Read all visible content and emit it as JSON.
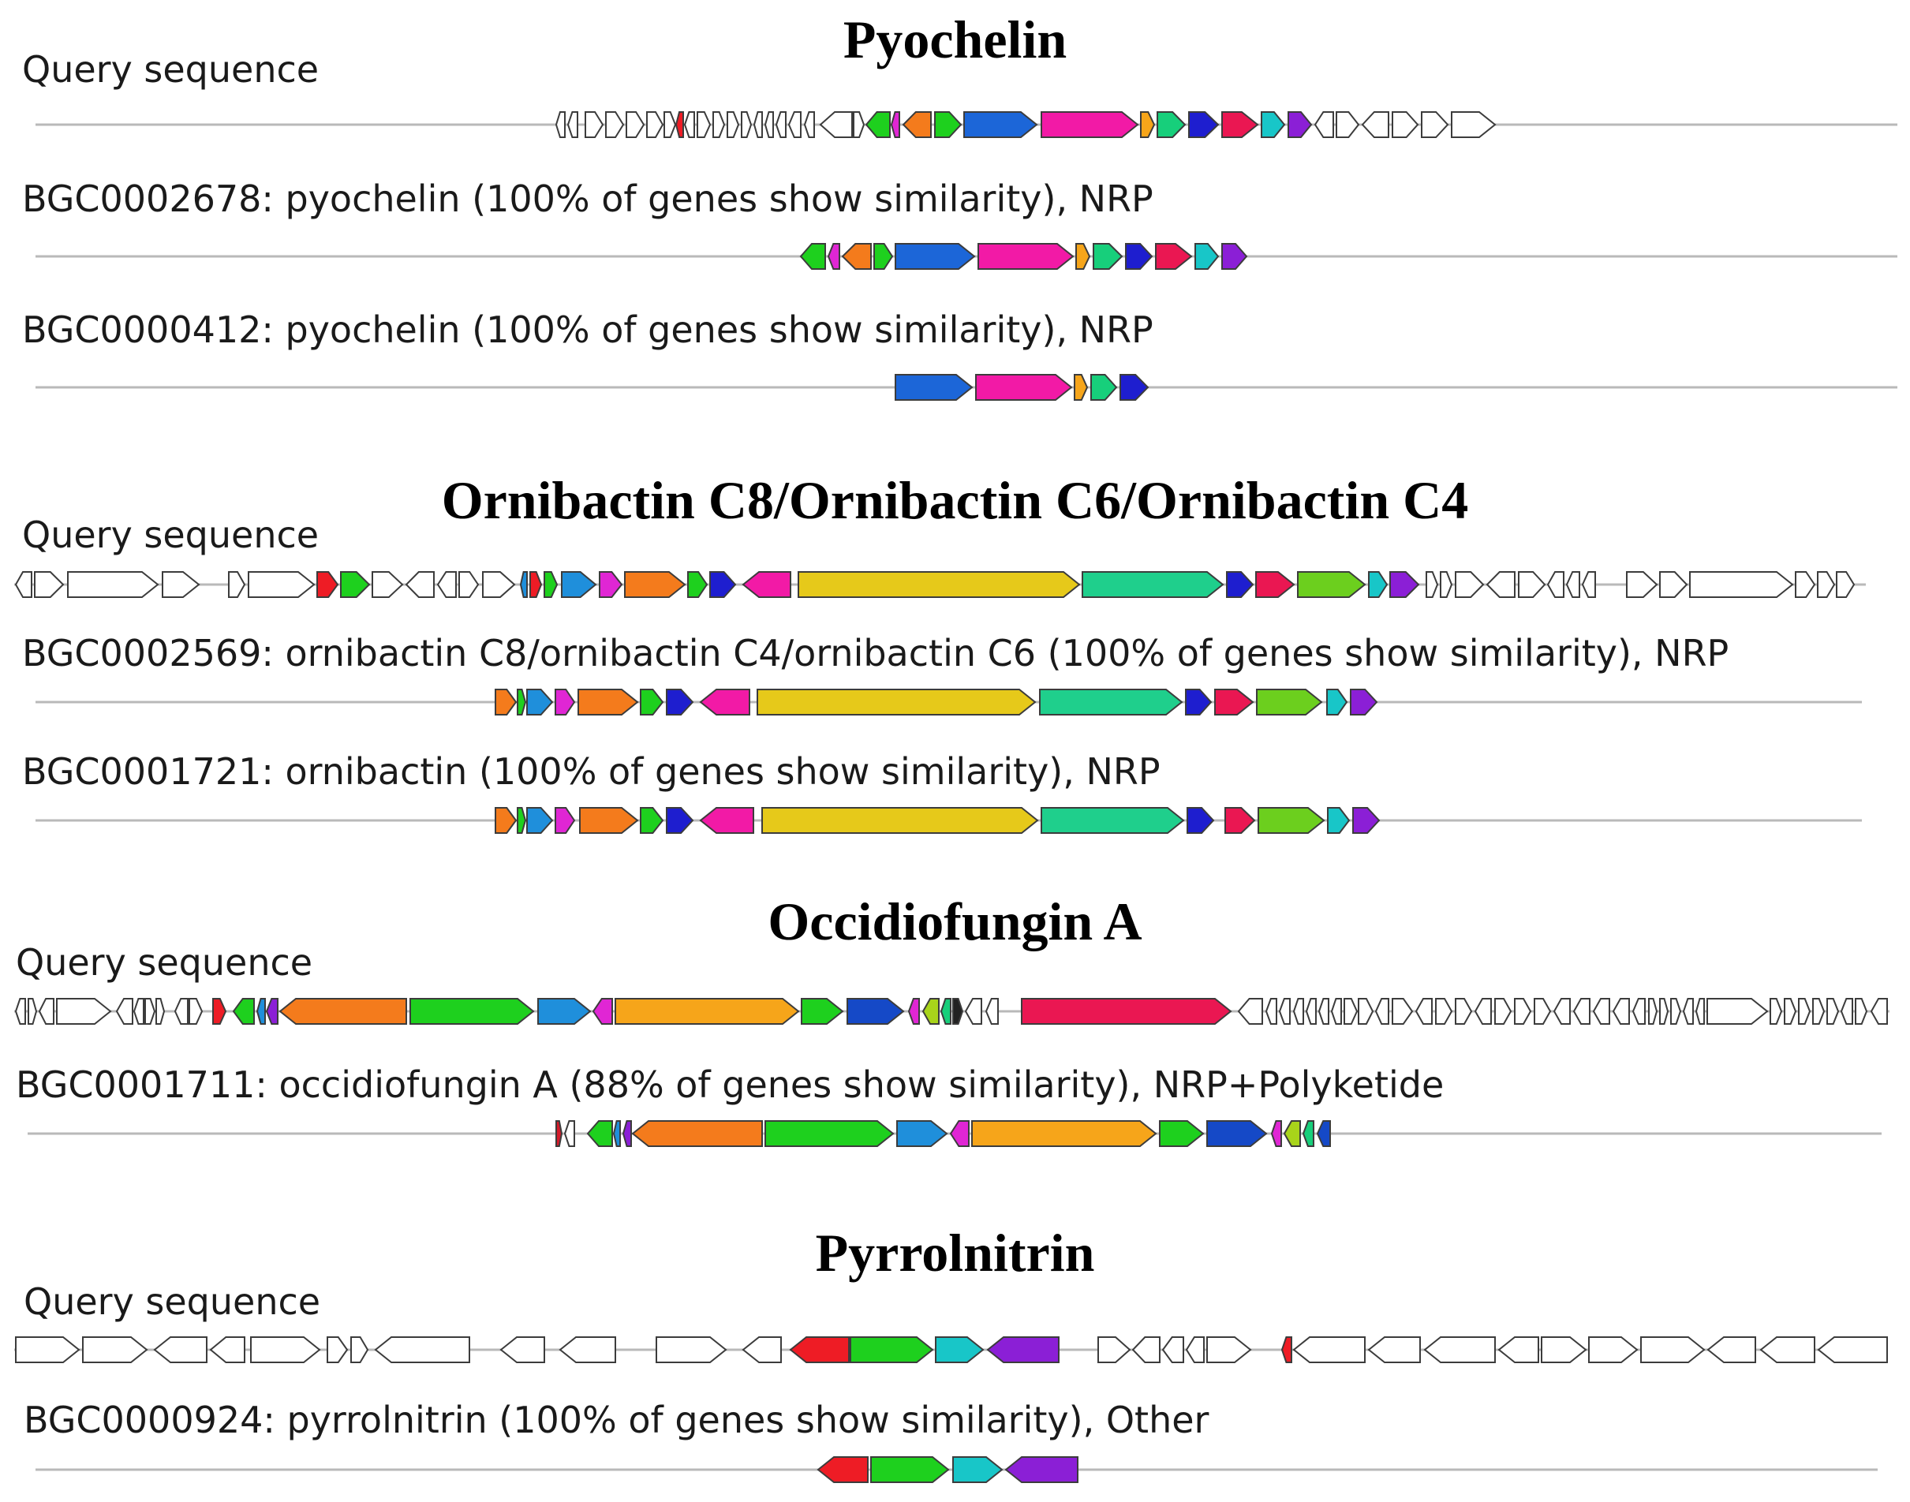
{
  "colors": {
    "backbone": "#b9b9b9",
    "outline": "#3c3c3c",
    "palette": {
      "white": "#ffffff",
      "red": "#ee1c25",
      "green": "#1ed01e",
      "magenta": "#e026d4",
      "orange": "#f47b1c",
      "blue": "#1c66d8",
      "pink": "#f21aa6",
      "yellow_orange": "#f6a51a",
      "teal": "#17cf7b",
      "navy": "#1e1ecf",
      "crimson": "#ea1752",
      "cyan": "#18c6c8",
      "purple": "#8b1fd6",
      "gold": "#e6c91a",
      "seagreen": "#1fcf8c",
      "lime": "#6ccf1e",
      "skyblue": "#1f8fdb",
      "darkred": "#d41a2a",
      "darkblue": "#1549c7",
      "dark": "#222222",
      "olive": "#a8d41a"
    }
  },
  "sections": [
    {
      "title": "Pyochelin",
      "tracks": [
        {
          "label": "Query sequence"
        },
        {
          "label": "BGC0002678: pyochelin (100% of genes show similarity), NRP"
        },
        {
          "label": "BGC0000412: pyochelin (100% of genes show similarity), NRP"
        }
      ]
    },
    {
      "title": "Ornibactin C8/Ornibactin C6/Ornibactin C4",
      "tracks": [
        {
          "label": "Query sequence"
        },
        {
          "label": "BGC0002569: ornibactin C8/ornibactin C4/ornibactin C6 (100% of genes show similarity), NRP"
        },
        {
          "label": "BGC0001721: ornibactin (100% of genes show similarity), NRP"
        }
      ]
    },
    {
      "title": "Occidiofungin A",
      "tracks": [
        {
          "label": "Query sequence"
        },
        {
          "label": "BGC0001711: occidiofungin A (88% of genes show similarity), NRP+Polyketide"
        }
      ]
    },
    {
      "title": "Pyrrolnitrin",
      "tracks": [
        {
          "label": "Query sequence"
        },
        {
          "label": "BGC0000924: pyrrolnitrin (100% of genes show similarity), Other"
        }
      ]
    }
  ]
}
